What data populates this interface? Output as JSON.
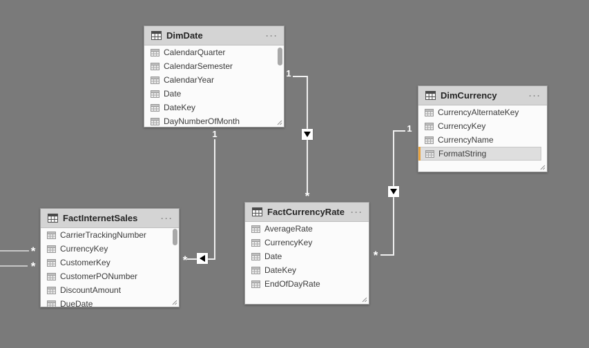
{
  "canvas": {
    "background_color": "#7A7A7A",
    "line_color": "#F0F0F0",
    "faded_line_color": "#C7C7C7",
    "selected_field_bar_color": "#E9A23B",
    "header_bg_color": "#D4D4D4"
  },
  "ui": {
    "more_label": "···",
    "icons": {
      "table-grid-icon": "dark table grid",
      "field-table-icon": "light table grid",
      "resize-handle-icon": "diagonal grip",
      "filter-direction-arrow-icon": "black triangle in white box"
    }
  },
  "tables": [
    {
      "name": "DimDate",
      "fields": [
        "CalendarQuarter",
        "CalendarSemester",
        "CalendarYear",
        "Date",
        "DateKey",
        "DayNumberOfMonth"
      ],
      "has_scrollbar": true,
      "clipped_last_field": true
    },
    {
      "name": "FactInternetSales",
      "fields": [
        "CarrierTrackingNumber",
        "CurrencyKey",
        "CustomerKey",
        "CustomerPONumber",
        "DiscountAmount",
        "DueDate"
      ],
      "has_scrollbar": true,
      "clipped_last_field": true
    },
    {
      "name": "FactCurrencyRate",
      "fields": [
        "AverageRate",
        "CurrencyKey",
        "Date",
        "DateKey",
        "EndOfDayRate"
      ],
      "has_scrollbar": false
    },
    {
      "name": "DimCurrency",
      "fields": [
        "CurrencyAlternateKey",
        "CurrencyKey",
        "CurrencyName",
        "FormatString"
      ],
      "selected_field": "FormatString",
      "has_scrollbar": false
    }
  ],
  "relationships": [
    {
      "id": "dimdate-to-factinternetsales",
      "one_label": "1",
      "many_label": "*",
      "arrow_direction": "left"
    },
    {
      "id": "dimdate-to-factcurrencyrate",
      "one_label": "1",
      "many_label": "*",
      "arrow_direction": "down"
    },
    {
      "id": "dimcurrency-to-factcurrencyrate",
      "one_label": "1",
      "many_label": "*",
      "arrow_direction": "down"
    },
    {
      "id": "offscreen-left-to-factinternetsales-1",
      "many_label": "*"
    },
    {
      "id": "offscreen-left-to-factinternetsales-2",
      "many_label": "*"
    }
  ]
}
